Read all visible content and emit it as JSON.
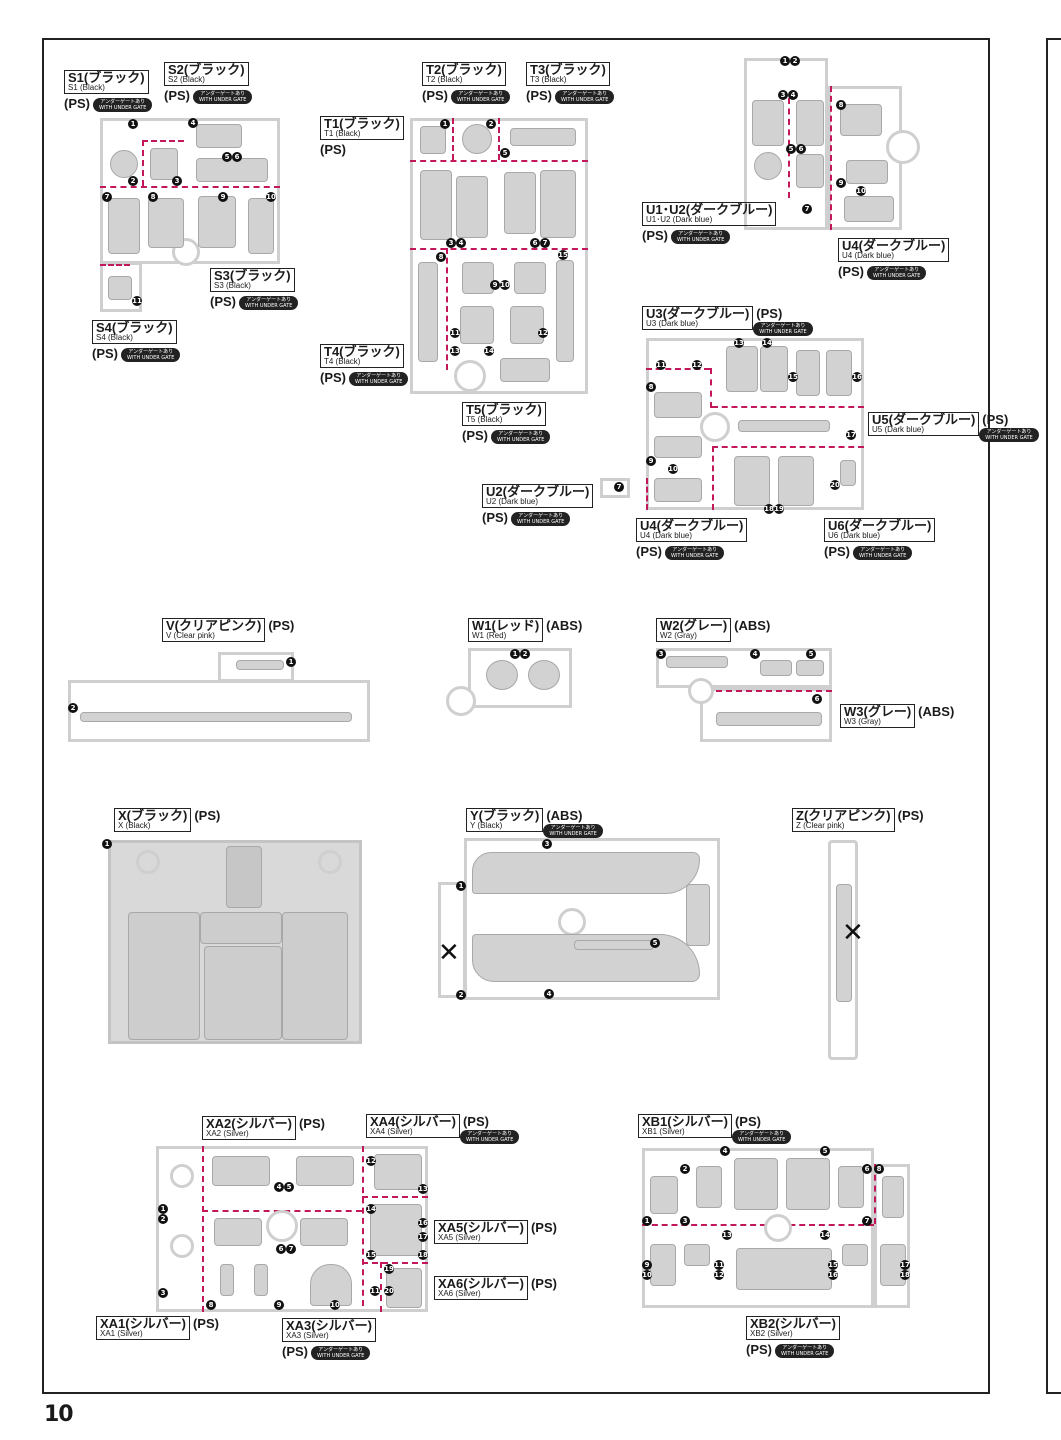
{
  "page_number": "10",
  "badge": {
    "line1": "アンダーゲートあり",
    "line2": "WITH UNDER GATE"
  },
  "labels": [
    {
      "id": "S1",
      "code": "S1(ブラック)",
      "en": "S1 (Black)",
      "mat": "(PS)",
      "badge": true
    },
    {
      "id": "S2",
      "code": "S2(ブラック)",
      "en": "S2 (Black)",
      "mat": "(PS)",
      "badge": true
    },
    {
      "id": "S3",
      "code": "S3(ブラック)",
      "en": "S3 (Black)",
      "mat": "(PS)",
      "badge": true
    },
    {
      "id": "S4",
      "code": "S4(ブラック)",
      "en": "S4 (Black)",
      "mat": "(PS)",
      "badge": true
    },
    {
      "id": "T1",
      "code": "T1(ブラック)",
      "en": "T1 (Black)",
      "mat": "(PS)",
      "badge": false
    },
    {
      "id": "T2",
      "code": "T2(ブラック)",
      "en": "T2 (Black)",
      "mat": "(PS)",
      "badge": true
    },
    {
      "id": "T3",
      "code": "T3(ブラック)",
      "en": "T3 (Black)",
      "mat": "(PS)",
      "badge": true
    },
    {
      "id": "T4",
      "code": "T4(ブラック)",
      "en": "T4 (Black)",
      "mat": "(PS)",
      "badge": true
    },
    {
      "id": "T5",
      "code": "T5(ブラック)",
      "en": "T5 (Black)",
      "mat": "(PS)",
      "badge": true
    },
    {
      "id": "U1U2",
      "code": "U1･U2(ダークブルー)",
      "en": "U1･U2 (Dark blue)",
      "mat": "(PS)",
      "badge": true
    },
    {
      "id": "U4a",
      "code": "U4(ダークブルー)",
      "en": "U4 (Dark blue)",
      "mat": "(PS)",
      "badge": true
    },
    {
      "id": "U3",
      "code": "U3(ダークブルー)",
      "en": "U3 (Dark blue)",
      "mat": "(PS)",
      "badge": true
    },
    {
      "id": "U5",
      "code": "U5(ダークブルー)",
      "en": "U5 (Dark blue)",
      "mat": "(PS)",
      "badge": true
    },
    {
      "id": "U2",
      "code": "U2(ダークブルー)",
      "en": "U2 (Dark blue)",
      "mat": "(PS)",
      "badge": true
    },
    {
      "id": "U4b",
      "code": "U4(ダークブルー)",
      "en": "U4 (Dark blue)",
      "mat": "(PS)",
      "badge": true
    },
    {
      "id": "U6",
      "code": "U6(ダークブルー)",
      "en": "U6 (Dark blue)",
      "mat": "(PS)",
      "badge": true
    },
    {
      "id": "V",
      "code": "V(クリアピンク)",
      "en": "V (Clear pink)",
      "mat": "(PS)",
      "badge": false
    },
    {
      "id": "W1",
      "code": "W1(レッド)",
      "en": "W1 (Red)",
      "mat": "(ABS)",
      "badge": false
    },
    {
      "id": "W2",
      "code": "W2(グレー)",
      "en": "W2 (Gray)",
      "mat": "(ABS)",
      "badge": false
    },
    {
      "id": "W3",
      "code": "W3(グレー)",
      "en": "W3 (Gray)",
      "mat": "(ABS)",
      "badge": false
    },
    {
      "id": "X",
      "code": "X(ブラック)",
      "en": "X (Black)",
      "mat": "(PS)",
      "badge": false
    },
    {
      "id": "Y",
      "code": "Y(ブラック)",
      "en": "Y (Black)",
      "mat": "(ABS)",
      "badge": true
    },
    {
      "id": "Z",
      "code": "Z(クリアピンク)",
      "en": "Z (Clear pink)",
      "mat": "(PS)",
      "badge": false
    },
    {
      "id": "XA2",
      "code": "XA2(シルバー)",
      "en": "XA2 (Silver)",
      "mat": "(PS)",
      "badge": false
    },
    {
      "id": "XA4",
      "code": "XA4(シルバー)",
      "en": "XA4 (Silver)",
      "mat": "(PS)",
      "badge": true
    },
    {
      "id": "XA5",
      "code": "XA5(シルバー)",
      "en": "XA5 (Silver)",
      "mat": "(PS)",
      "badge": false
    },
    {
      "id": "XA6",
      "code": "XA6(シルバー)",
      "en": "XA6 (Silver)",
      "mat": "(PS)",
      "badge": false
    },
    {
      "id": "XA1",
      "code": "XA1(シルバー)",
      "en": "XA1 (Silver)",
      "mat": "(PS)",
      "badge": false
    },
    {
      "id": "XA3",
      "code": "XA3(シルバー)",
      "en": "XA3 (Silver)",
      "mat": "(PS)",
      "badge": true
    },
    {
      "id": "XB1",
      "code": "XB1(シルバー)",
      "en": "XB1 (Silver)",
      "mat": "(PS)",
      "badge": true
    },
    {
      "id": "XB2",
      "code": "XB2(シルバー)",
      "en": "XB2 (Silver)",
      "mat": "(PS)",
      "badge": true
    }
  ],
  "cross_mark": "✕"
}
